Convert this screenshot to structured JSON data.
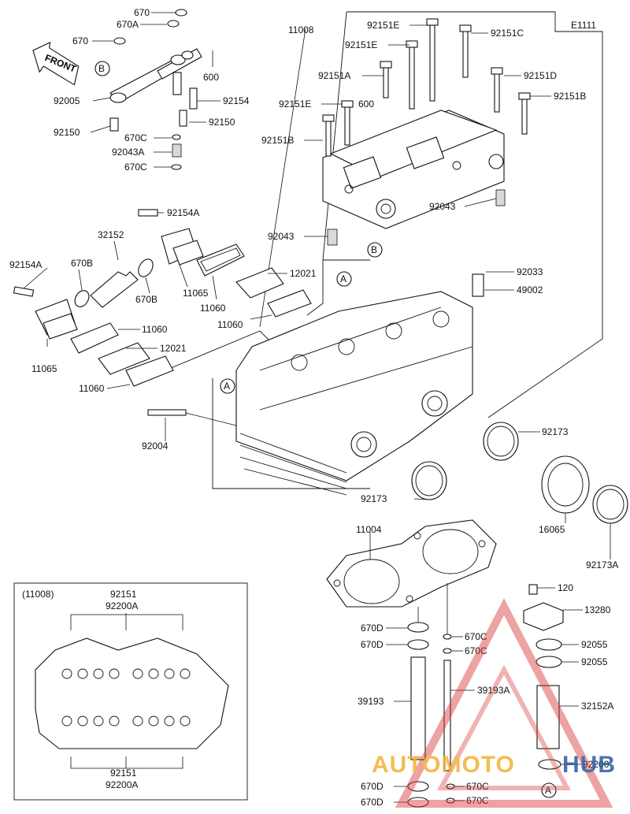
{
  "diagram_code": "E1111",
  "front_label": "FRONT",
  "inset_title": "(11008)",
  "inset_labels": [
    "92151",
    "92200A",
    "92151",
    "92200A"
  ],
  "labels": [
    "670",
    "670A",
    "670",
    "600",
    "92005",
    "92154",
    "92150",
    "92150",
    "670C",
    "92043A",
    "670C",
    "11008",
    "92151E",
    "92151C",
    "92151E",
    "92151A",
    "92151D",
    "92151E",
    "600",
    "92151B",
    "92151B",
    "92043",
    "92043",
    "92154A",
    "32152",
    "92154A",
    "670B",
    "670B",
    "11065",
    "11060",
    "12021",
    "11060",
    "11060",
    "12021",
    "11065",
    "11060",
    "92033",
    "49002",
    "92004",
    "92173",
    "92173",
    "16065",
    "92173A",
    "11004",
    "120",
    "13280",
    "670D",
    "670C",
    "670D",
    "670C",
    "92055",
    "92055",
    "39193",
    "39193A",
    "32152A",
    "92200",
    "670D",
    "670C",
    "670D",
    "670C"
  ],
  "callouts": [
    "A",
    "A",
    "A",
    "B",
    "B"
  ],
  "watermark": {
    "text_left": "AUTOMOTO",
    "text_right": "HUB",
    "color_left": "#f2b134",
    "color_right": "#2b5aa0",
    "triangle_color": "#d93a3a"
  }
}
